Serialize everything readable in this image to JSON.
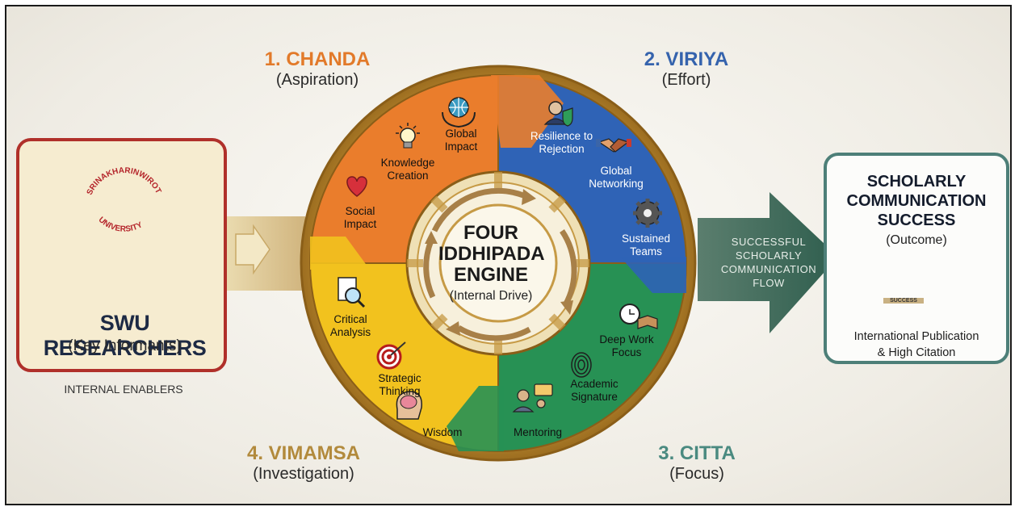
{
  "stages": {
    "chanda": {
      "title": "1. CHANDA",
      "subtitle": "(Aspiration)",
      "color": "#e87a2b",
      "items": [
        "Global Impact",
        "Knowledge Creation",
        "Social Impact"
      ]
    },
    "viriya": {
      "title": "2. VIRIYA",
      "subtitle": "(Effort)",
      "color": "#3a66b0",
      "items": [
        "Resilience to Rejection",
        "Global Networking",
        "Sustained Teams"
      ]
    },
    "citta": {
      "title": "3. CITTA",
      "subtitle": "(Focus)",
      "color": "#4a8a80",
      "items": [
        "Deep Work Focus",
        "Academic Signature",
        "Mentoring"
      ]
    },
    "vimamsa": {
      "title": "4. VIMAMSA",
      "subtitle": "(Investigation)",
      "color": "#b28a3c",
      "items": [
        "Critical Analysis",
        "Strategic Thinking",
        "Wisdom"
      ]
    }
  },
  "core": {
    "title_lines": [
      "FOUR",
      "IDDHIPADA",
      "ENGINE"
    ],
    "subtitle": "(Internal Drive)"
  },
  "researchers": {
    "seal_text_top": "SRINAKHARINWIROT",
    "seal_text_bottom": "UNIVERSITY",
    "title": "SWU RESEARCHERS",
    "subtitle": "(Key Informants)",
    "enablers": "INTERNAL ENABLERS"
  },
  "flow": {
    "lines": [
      "SUCCESSFUL",
      "SCHOLARLY",
      "COMMUNICATION",
      "FLOW"
    ]
  },
  "outcome": {
    "title_lines": [
      "SCHOLARLY",
      "COMMUNICATION",
      "SUCCESS"
    ],
    "subtitle": "(Outcome)",
    "book_label": "SUCCESS",
    "bottom_lines": [
      "International Publication",
      "& High Citation"
    ]
  },
  "icons": {
    "global_impact": "globe-hands-icon",
    "knowledge": "lightbulb-icon",
    "social": "heart-icon",
    "resilience": "shield-person-icon",
    "networking": "handshake-icon",
    "teams": "gear-icon",
    "deep_work": "clock-book-icon",
    "signature": "fingerprint-icon",
    "mentoring": "mentor-icon",
    "critical": "magnifier-document-icon",
    "strategic": "target-icon",
    "wisdom": "brain-head-icon"
  }
}
